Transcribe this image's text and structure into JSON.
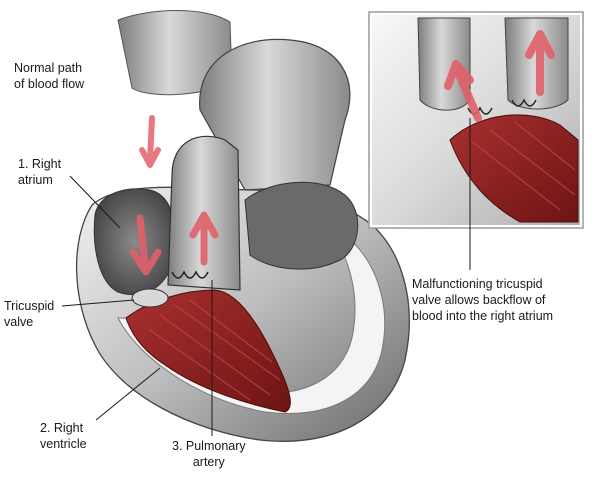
{
  "labels": {
    "normal_path": "Normal path\nof blood flow",
    "right_atrium": "1. Right\natrium",
    "tricuspid_valve": "Tricuspid\nvalve",
    "right_ventricle": "2. Right\nventricle",
    "pulmonary_artery": "3. Pulmonary\nartery",
    "malfunction": "Malfunctioning tricuspid\nvalve allows backflow of\nblood into the right atrium"
  },
  "colors": {
    "tissue_light": "#e6e6e6",
    "tissue_mid": "#a9a9a9",
    "tissue_dark": "#555555",
    "muscle_red": "#8e1d1d",
    "blood_arrow": "#e0606a",
    "inset_border": "#9a9a9a"
  }
}
